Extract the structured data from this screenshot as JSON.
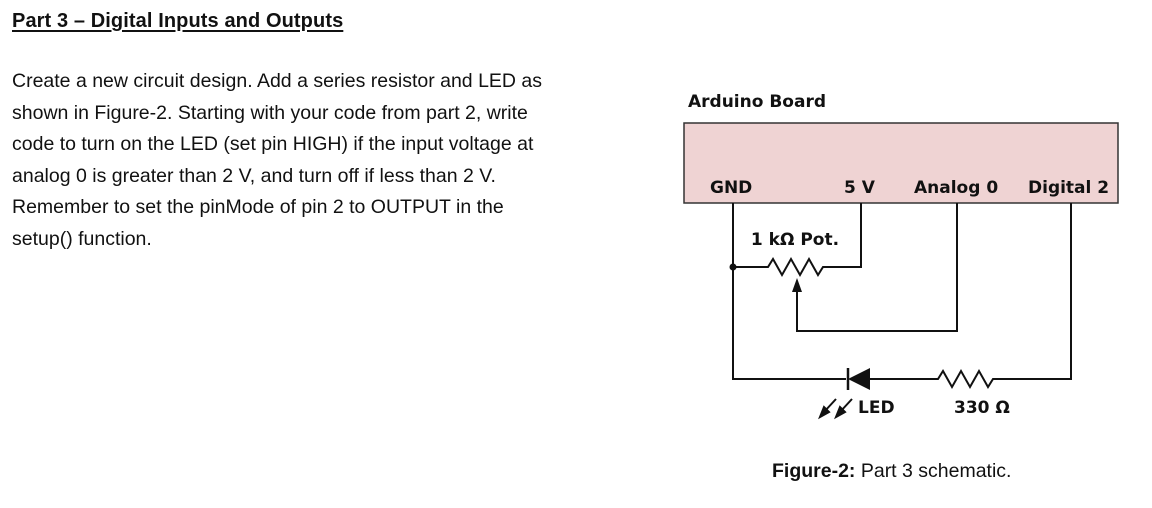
{
  "heading": "Part 3 – Digital Inputs and Outputs",
  "instructions": [
    "Create a new circuit design. Add a series resistor and LED as",
    "shown in Figure-2. Starting with your code from part 2, write",
    "code to turn on the LED (set pin HIGH) if the input voltage at",
    "analog 0 is greater than 2 V, and turn off if less than 2 V.",
    "Remember to set the pinMode of pin 2 to OUTPUT in the",
    "setup() function."
  ],
  "schematic": {
    "board_title": "Arduino Board",
    "board_color": "#efd3d3",
    "pins": [
      "GND",
      "5 V",
      "Analog 0",
      "Digital 2"
    ],
    "pot_label": "1 kΩ  Pot.",
    "led_label": "LED",
    "resistor_label": "330 Ω"
  },
  "caption": {
    "prefix": "Figure-2:",
    "text": " Part 3 schematic."
  }
}
